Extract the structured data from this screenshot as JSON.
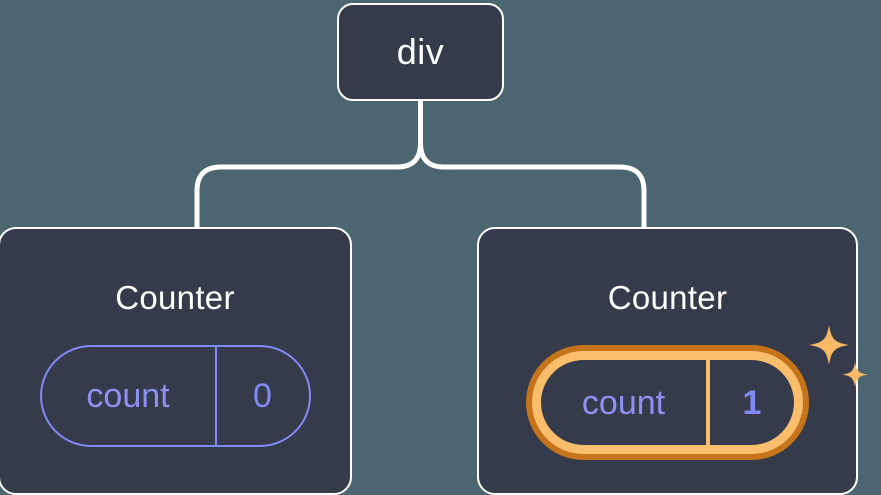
{
  "diagram": {
    "type": "component-tree",
    "background_color": "#4c6671",
    "node_fill": "#353b4a",
    "node_border_color": "#ffffff",
    "connector_color": "#ffffff",
    "accent_purple": "#8389f4",
    "highlight_outer": "#c5741c",
    "highlight_inner": "#f9bd6c",
    "sparkle_color": "#f9b867",
    "root": {
      "label": "div"
    },
    "children": [
      {
        "title": "Counter",
        "state": {
          "key": "count",
          "value": "0"
        },
        "highlighted": false,
        "sparkles": false
      },
      {
        "title": "Counter",
        "state": {
          "key": "count",
          "value": "1"
        },
        "highlighted": true,
        "sparkles": true
      }
    ]
  }
}
